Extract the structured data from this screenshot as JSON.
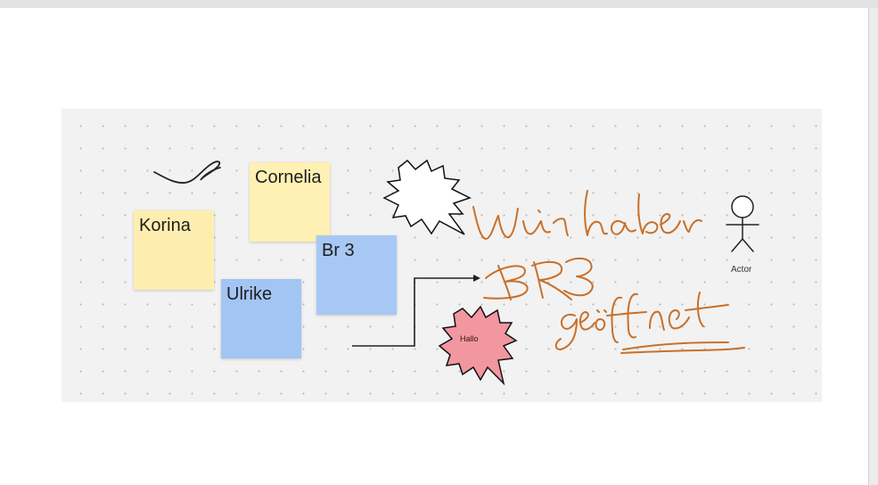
{
  "board": {
    "sticky_notes": [
      {
        "label": "Cornelia",
        "color": "#fff0b3"
      },
      {
        "label": "Korina",
        "color": "#fdeeb0"
      },
      {
        "label": "Br 3",
        "color": "#a7c8f4"
      },
      {
        "label": "Ulrike",
        "color": "#a2c5f3"
      }
    ],
    "burst_label": "Hallo",
    "burst_color": "#f2979f",
    "actor_label": "Actor",
    "ink_color": "#c8702a"
  }
}
